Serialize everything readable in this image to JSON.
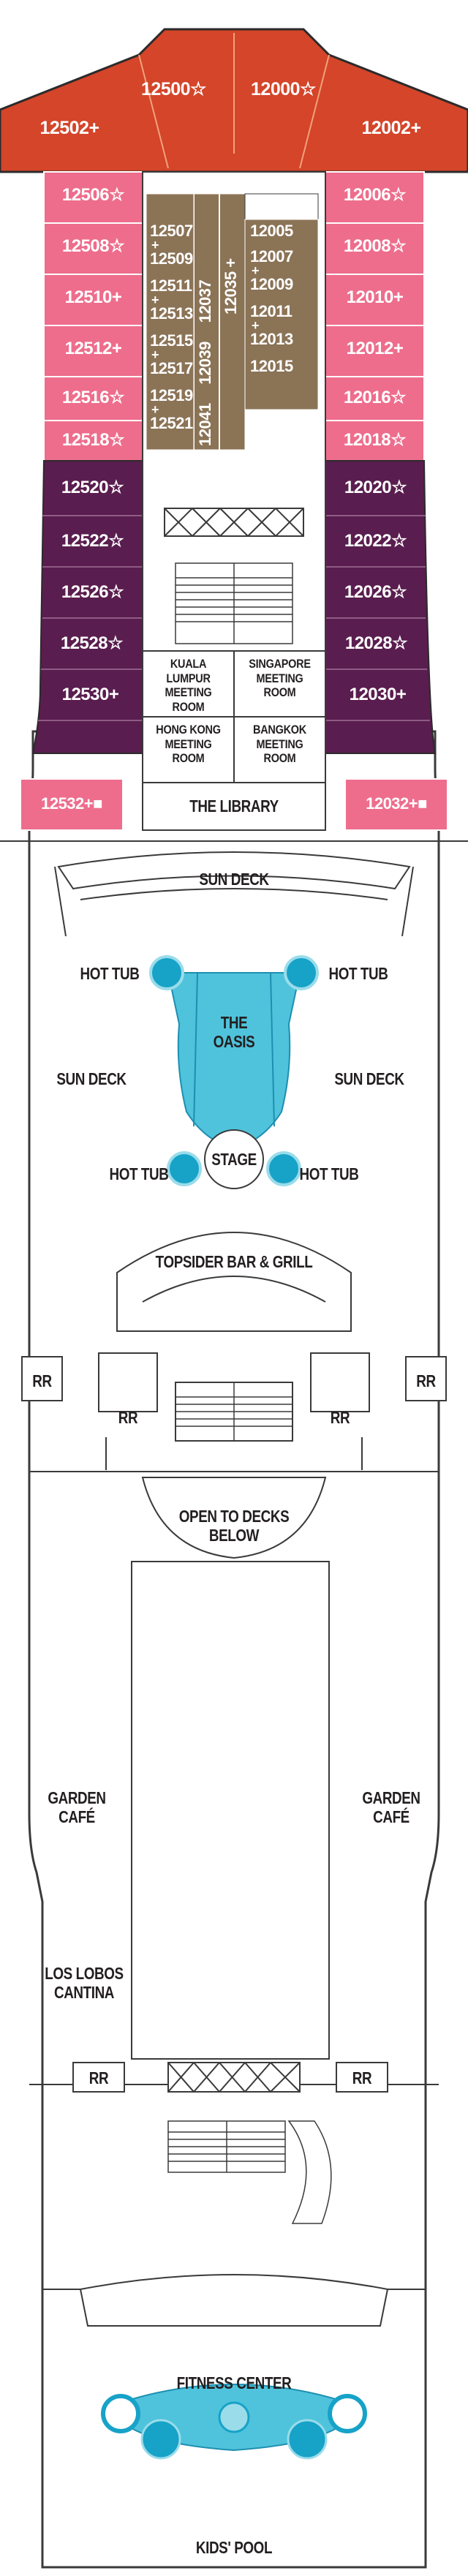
{
  "deck_plan": {
    "colors": {
      "outline": "#3a3a3a",
      "suite_orange": "#d4452a",
      "cabin_pink": "#ee6d8c",
      "cabin_purple": "#5a1d4f",
      "cabin_brown": "#8b7356",
      "pool_blue": "#4fc3dc",
      "pool_blue_dark": "#17a2c8"
    },
    "forward_suites": {
      "left_top": "12500☆",
      "right_top": "12000☆",
      "left": "12502+",
      "right": "12002+"
    },
    "cabins_pink_left": [
      "12506☆",
      "12508☆",
      "12510+",
      "12512+",
      "12516☆",
      "12518☆"
    ],
    "cabins_pink_right": [
      "12006☆",
      "12008☆",
      "12010+",
      "12012+",
      "12016☆",
      "12018☆"
    ],
    "cabins_purple_left": [
      "12520☆",
      "12522☆",
      "12526☆",
      "12528☆",
      "12530+"
    ],
    "cabins_purple_right": [
      "12020☆",
      "12022☆",
      "12026☆",
      "12028☆",
      "12030+"
    ],
    "cabin_accessible_left": "12532+■",
    "cabin_accessible_right": "12032+■",
    "brown_block_left": [
      "12507",
      "+",
      "12509",
      "12511",
      "+",
      "12513",
      "12515",
      "+",
      "12517",
      "12519",
      "+",
      "12521"
    ],
    "brown_block_vertical_a": "12041 12039 12037",
    "brown_block_vertical_b": "12035 +",
    "brown_block_right": [
      "12005",
      "12007",
      "+",
      "12009",
      "12011",
      "+",
      "12013",
      "12015"
    ],
    "meeting_rooms": {
      "kuala_lumpur": "KUALA LUMPUR MEETING ROOM",
      "singapore": "SINGAPORE MEETING ROOM",
      "hong_kong": "HONG KONG MEETING ROOM",
      "bangkok": "BANGKOK MEETING ROOM"
    },
    "venues": {
      "library": "THE LIBRARY",
      "sun_deck_top": "SUN DECK",
      "hot_tub_tl": "HOT TUB",
      "hot_tub_tr": "HOT TUB",
      "hot_tub_bl": "HOT TUB",
      "hot_tub_br": "HOT TUB",
      "sun_deck_left": "SUN DECK",
      "sun_deck_right": "SUN DECK",
      "oasis": "THE OASIS",
      "stage": "STAGE",
      "topsider": "TOPSIDER BAR & GRILL",
      "open_decks": "OPEN TO DECKS BELOW",
      "garden_left": "GARDEN CAFÉ",
      "garden_right": "GARDEN CAFÉ",
      "los_lobos": "LOS LOBOS CANTINA",
      "fitness": "FITNESS CENTER",
      "kids_pool": "KIDS' POOL"
    },
    "restrooms": {
      "rr_side_left": "RR",
      "rr_side_right": "RR",
      "rr_inner_left": "RR",
      "rr_inner_right": "RR",
      "rr_aft_left": "RR",
      "rr_aft_right": "RR"
    }
  }
}
